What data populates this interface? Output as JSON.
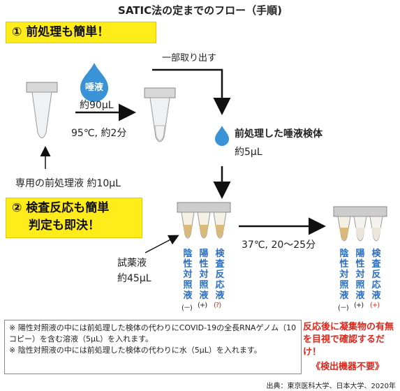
{
  "title": "SATIC法の定までのフロー（手順)",
  "step1_banner": "① 前処理も簡単！",
  "step2_banner_line1": "② 検査反応も簡単",
  "step2_banner_line2": "判定も即決！",
  "saliva_label": "唾液",
  "saliva_volume": "約90µL",
  "heat_condition": "95℃, 約2分",
  "pretreat_liquid": "専用の前処理液 約10µL",
  "extract_label": "一部取り出す",
  "processed_sample": "前処理した唾液検体",
  "processed_volume": "約5µL",
  "reagent_label": "試薬液",
  "reagent_volume": "約45µL",
  "reaction_condition": "37℃, 20～25分",
  "tube_labels": [
    "陰性対照液",
    "陽性対照液",
    "検査反応液"
  ],
  "before_marks": [
    "(－)",
    "(+)",
    "(?)"
  ],
  "after_marks": [
    "(－)",
    "(+)",
    "(+)"
  ],
  "note_1": "※ 陽性対照液の中には前処理した検体の代わりにCOVID-19の全長RNAゲノム（10コピー）を含む溶液（5µL）を入れます。",
  "note_2": "※ 陰性対照液の中には前処理した検体の代わりに水（5µL）を入れます。",
  "result_text": "反応後に凝集物の有無を目視で確認するだけ！",
  "result_text2": "《検出機器不要》",
  "source": "出典：東京医科大学、日本大学、2020年",
  "colors": {
    "banner": "#ffec1a",
    "label_blue": "#2c6ebf",
    "accent_red": "#e0261a",
    "drop_blue": "#3a93d6"
  }
}
